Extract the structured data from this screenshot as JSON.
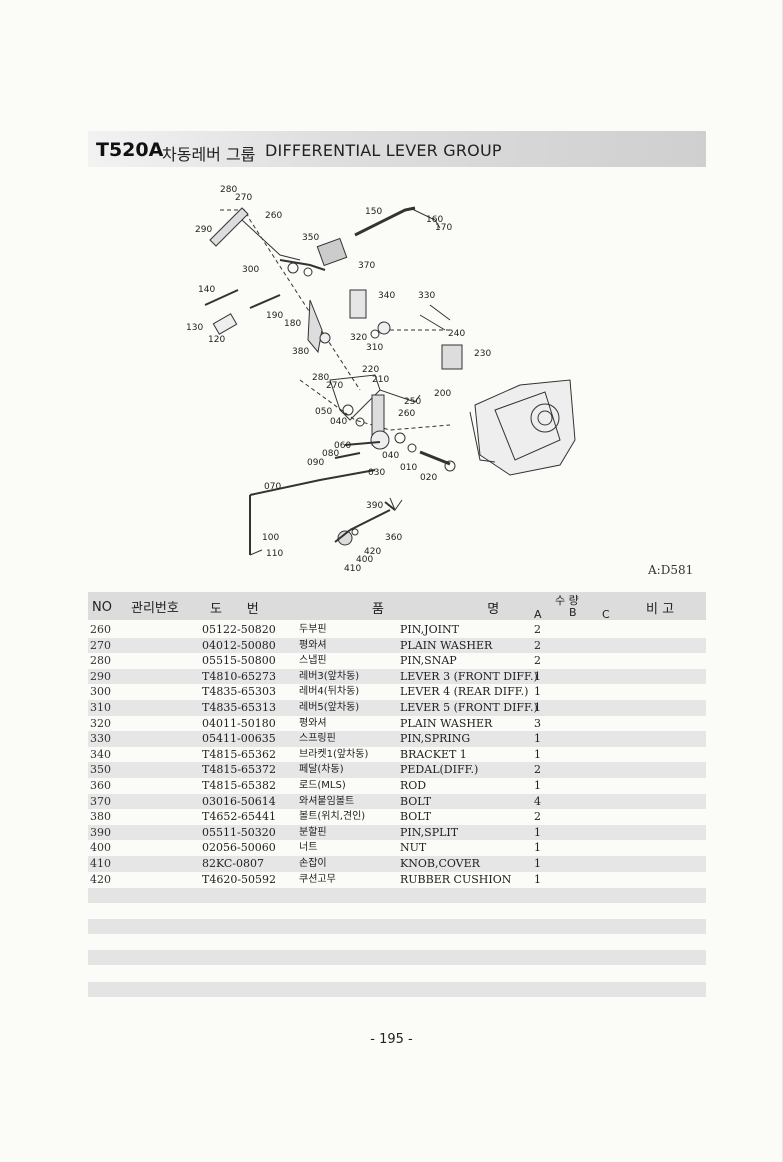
{
  "title": {
    "code": "T520A",
    "korean": "차동레버 그룹",
    "english": "DIFFERENTIAL LEVER GROUP"
  },
  "diagram": {
    "ref_code": "A:D581",
    "callouts": [
      "280",
      "270",
      "260",
      "290",
      "150",
      "160",
      "170",
      "350",
      "300",
      "370",
      "140",
      "340",
      "330",
      "190",
      "180",
      "130",
      "320",
      "240",
      "120",
      "310",
      "380",
      "230",
      "280",
      "270",
      "220",
      "210",
      "200",
      "250",
      "050",
      "040",
      "260",
      "060",
      "080",
      "040",
      "090",
      "030",
      "010",
      "020",
      "070",
      "390",
      "360",
      "100",
      "420",
      "110",
      "400",
      "410"
    ]
  },
  "table": {
    "headers": {
      "no": "NO",
      "mgmt": "관리번호",
      "drawing": "도      번",
      "name": "품                         명",
      "qty": "수 량",
      "qty_a": "A",
      "qty_b": "B",
      "qty_c": "C",
      "remark": "비 고"
    },
    "rows": [
      {
        "no": "260",
        "part": "05122-50820",
        "ko": "두부핀",
        "en": "PIN,JOINT",
        "qa": "2"
      },
      {
        "no": "270",
        "part": "04012-50080",
        "ko": "평와셔",
        "en": "PLAIN WASHER",
        "qa": "2"
      },
      {
        "no": "280",
        "part": "05515-50800",
        "ko": "스냅핀",
        "en": "PIN,SNAP",
        "qa": "2"
      },
      {
        "no": "290",
        "part": "T4810-65273",
        "ko": "레버3(앞차동)",
        "en": "LEVER 3 (FRONT DIFF.)",
        "qa": "1"
      },
      {
        "no": "300",
        "part": "T4835-65303",
        "ko": "레버4(뒤차동)",
        "en": "LEVER 4 (REAR DIFF.)",
        "qa": "1"
      },
      {
        "no": "310",
        "part": "T4835-65313",
        "ko": "레버5(앞차동)",
        "en": "LEVER 5 (FRONT DIFF.)",
        "qa": "1"
      },
      {
        "no": "320",
        "part": "04011-50180",
        "ko": "평와셔",
        "en": "PLAIN WASHER",
        "qa": "3"
      },
      {
        "no": "330",
        "part": "05411-00635",
        "ko": "스프링핀",
        "en": "PIN,SPRING",
        "qa": "1"
      },
      {
        "no": "340",
        "part": "T4815-65362",
        "ko": "브라켓1(앞차동)",
        "en": "BRACKET 1",
        "qa": "1"
      },
      {
        "no": "350",
        "part": "T4815-65372",
        "ko": "페달(차동)",
        "en": "PEDAL(DIFF.)",
        "qa": "2"
      },
      {
        "no": "360",
        "part": "T4815-65382",
        "ko": "로드(MLS)",
        "en": "ROD",
        "qa": "1"
      },
      {
        "no": "370",
        "part": "03016-50614",
        "ko": "와셔붙임볼트",
        "en": "BOLT",
        "qa": "4"
      },
      {
        "no": "380",
        "part": "T4652-65441",
        "ko": "볼트(위치,견인)",
        "en": "BOLT",
        "qa": "2"
      },
      {
        "no": "390",
        "part": "05511-50320",
        "ko": "분할핀",
        "en": "PIN,SPLIT",
        "qa": "1"
      },
      {
        "no": "400",
        "part": "02056-50060",
        "ko": "너트",
        "en": "NUT",
        "qa": "1"
      },
      {
        "no": "410",
        "part": "82KC-0807",
        "ko": "손잡이",
        "en": "KNOB,COVER",
        "qa": "1"
      },
      {
        "no": "420",
        "part": "T4620-50592",
        "ko": "쿠션고무",
        "en": "RUBBER CUSHION",
        "qa": "1"
      }
    ]
  },
  "page_number": "- 195 -"
}
